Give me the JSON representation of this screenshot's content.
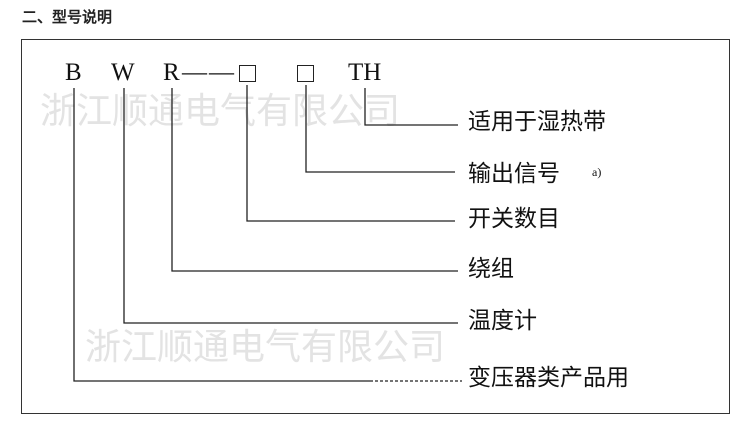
{
  "heading": "二、型号说明",
  "watermark": "浙江顺通电气有限公司",
  "code": {
    "b": "B",
    "w": "W",
    "r": "R",
    "dashes": "——",
    "th": "TH"
  },
  "labels": {
    "th": "适用于湿热带",
    "output": "输出信号",
    "output_note": "a)",
    "switch_count": "开关数目",
    "winding": "绕组",
    "thermometer": "温度计",
    "transformer": "变压器类产品用"
  }
}
